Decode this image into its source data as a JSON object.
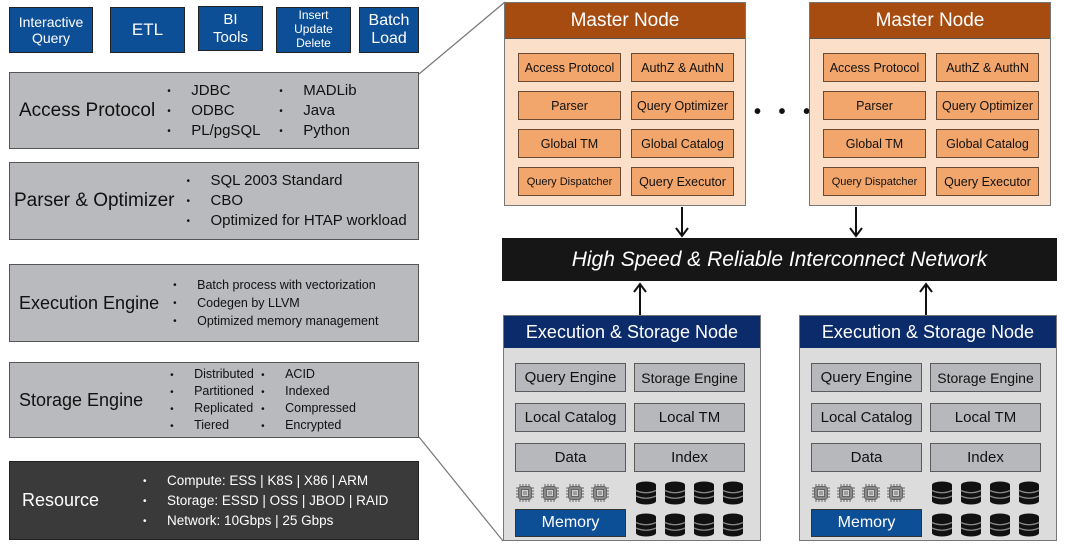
{
  "workloads": [
    {
      "label": "Interactive\nQuery"
    },
    {
      "label": "ETL"
    },
    {
      "label": "BI\nTools"
    },
    {
      "label": "Insert\nUpdate\nDelete"
    },
    {
      "label": "Batch\nLoad"
    }
  ],
  "layers": {
    "access_protocol": {
      "title": "Access Protocol",
      "col1": [
        "JDBC",
        "ODBC",
        "PL/pgSQL"
      ],
      "col2": [
        "MADLib",
        "Java",
        "Python"
      ]
    },
    "parser_optimizer": {
      "title": "Parser & Optimizer",
      "items": [
        "SQL 2003 Standard",
        "CBO",
        "Optimized for HTAP workload"
      ]
    },
    "execution_engine": {
      "title": "Execution Engine",
      "items": [
        "Batch process with vectorization",
        "Codegen by LLVM",
        "Optimized memory management"
      ]
    },
    "storage_engine": {
      "title": "Storage Engine",
      "col1": [
        "Distributed",
        "Partitioned",
        "Replicated",
        "Tiered"
      ],
      "col2": [
        "ACID",
        "Indexed",
        "Compressed",
        "Encrypted"
      ]
    },
    "resource": {
      "title": "Resource",
      "items": [
        "Compute: ESS | K8S | X86 | ARM",
        "Storage: ESSD | OSS | JBOD | RAID",
        "Network: 10Gbps | 25 Gbps"
      ]
    }
  },
  "master_node": {
    "title": "Master Node",
    "components": [
      "Access Protocol",
      "AuthZ & AuthN",
      "Parser",
      "Query Optimizer",
      "Global TM",
      "Global Catalog",
      "Query Dispatcher",
      "Query Executor"
    ]
  },
  "ellipsis": "• • •",
  "network": {
    "label": "High Speed & Reliable Interconnect Network"
  },
  "exec_node": {
    "title": "Execution & Storage Node",
    "components": [
      "Query Engine",
      "Storage Engine",
      "Local Catalog",
      "Local TM",
      "Data",
      "Index"
    ],
    "memory": "Memory",
    "cpu_icon": "cpu-chip-icon",
    "disk_icon": "database-icon"
  },
  "colors": {
    "workload_blue": "#0d4f97",
    "master_header": "#a74c10",
    "master_bg": "#fbdfc9",
    "master_cell": "#f2a66c",
    "exec_header": "#0b2b6b",
    "exec_bg": "#dcdcdc",
    "layer_gray": "#b8babd",
    "resource_dark": "#3a3a3a",
    "network_black": "#161616"
  }
}
